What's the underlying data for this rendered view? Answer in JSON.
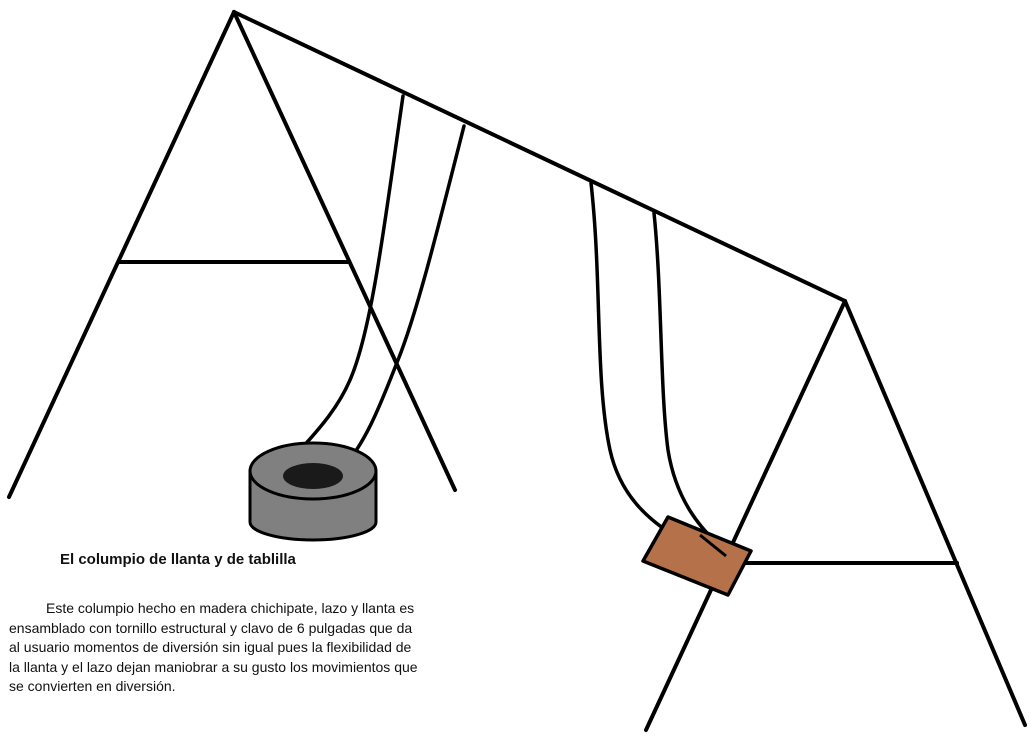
{
  "caption": {
    "title": "El columpio de llanta y de tablilla",
    "description_lines": [
      "Este columpio hecho en madera chichipate, lazo y llanta es",
      "ensamblado con tornillo estructural y clavo de 6 pulgadas que da",
      "al usuario momentos de diversión sin igual pues la flexibilidad de",
      "la llanta y el lazo dejan maniobrar a su gusto los movimientos que",
      "se convierten en diversión."
    ]
  },
  "colors": {
    "background": "#ffffff",
    "frame": "#000000",
    "tire_outer": "#808080",
    "tire_hole": "#1a1a1a",
    "seat_wood": "#b5714a"
  }
}
